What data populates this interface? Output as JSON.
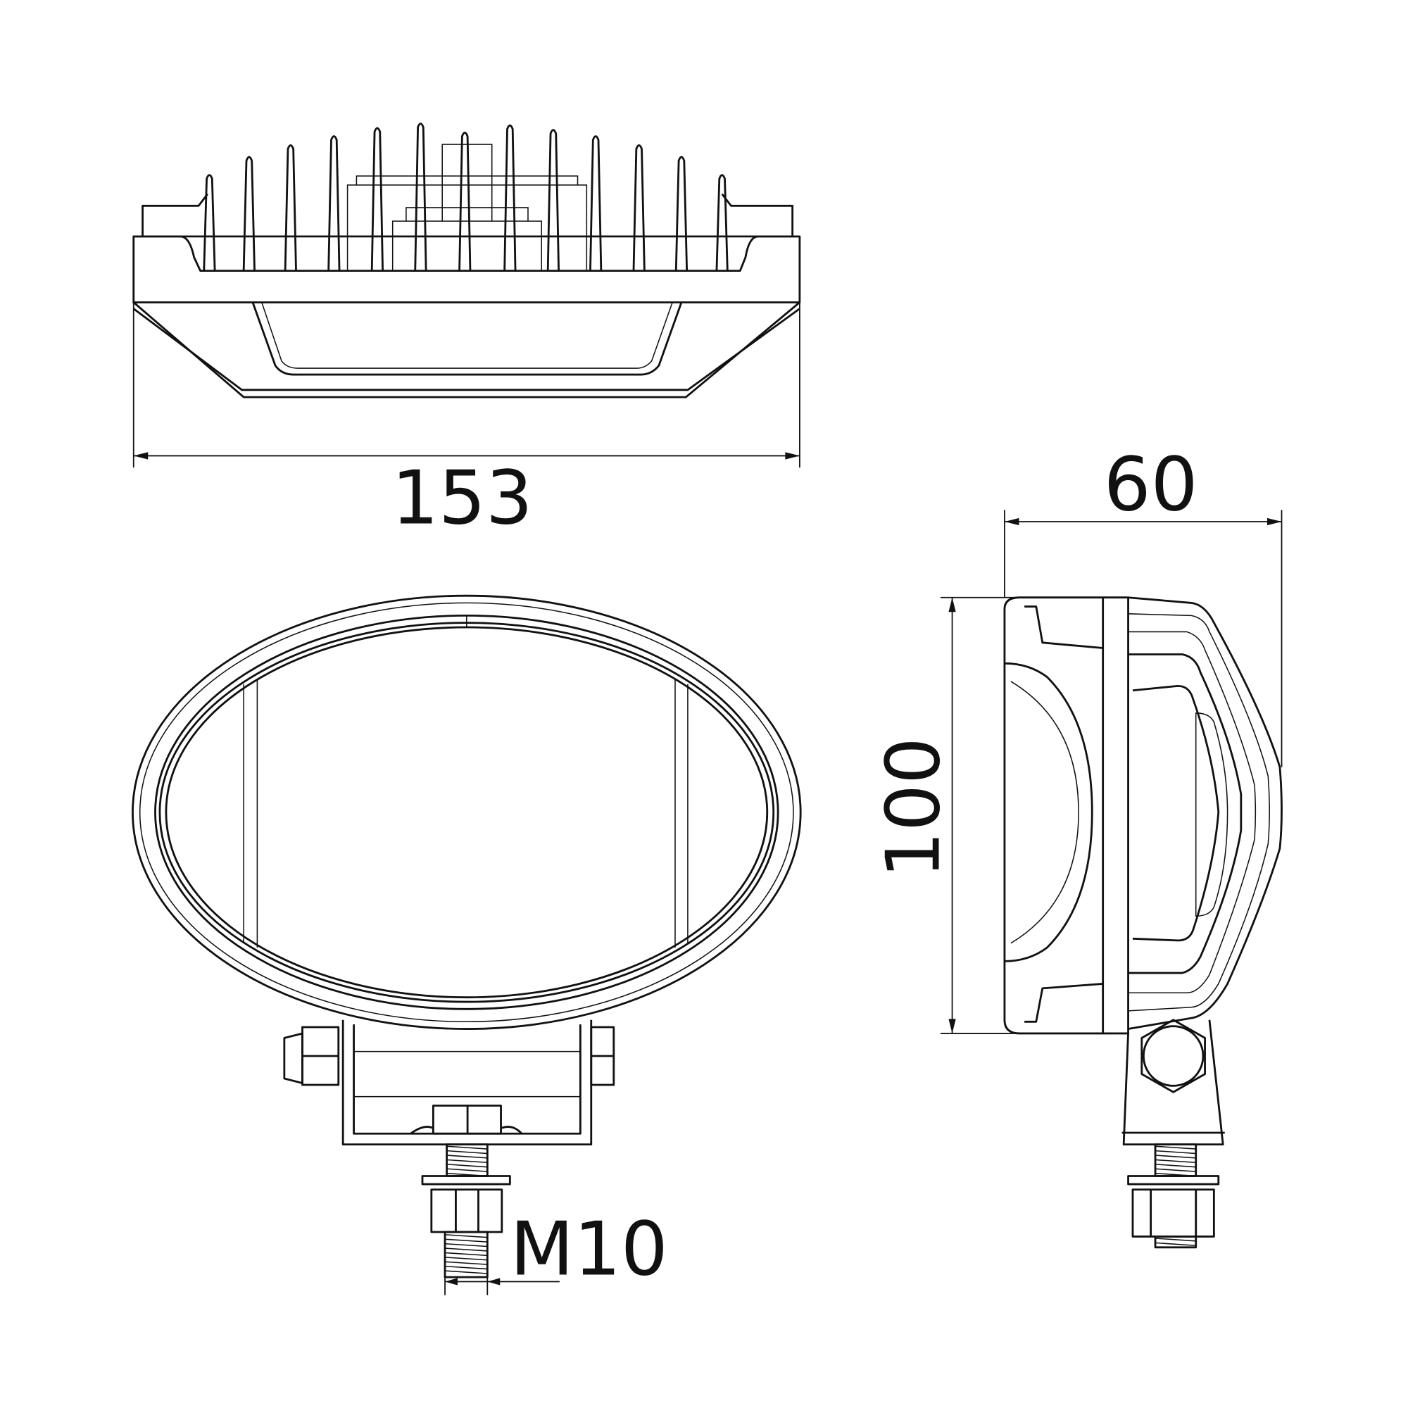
{
  "dimensions": {
    "width": "153",
    "depth": "60",
    "height": "100",
    "thread": "M10"
  },
  "colors": {
    "line": "#111111",
    "background": "#ffffff"
  }
}
